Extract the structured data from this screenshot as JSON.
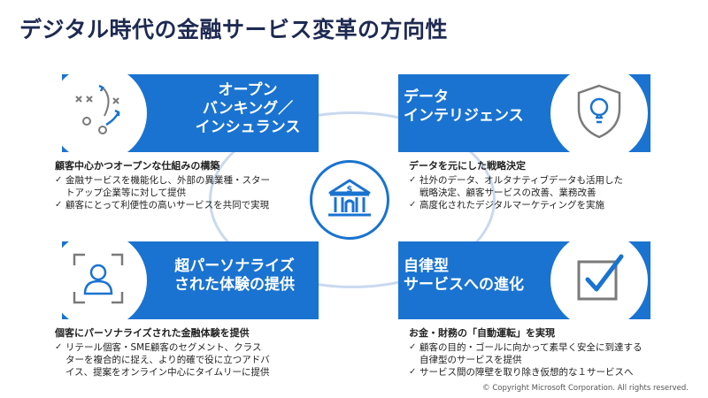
{
  "title": "デジタル時代の金融サービス変革の方向性",
  "colors": {
    "card": "#1a73d0",
    "title": "#1e2a52",
    "oval": "#c9d9ef"
  },
  "center": {
    "icon": "bank-icon"
  },
  "quadrants": [
    {
      "id": "open-banking",
      "icon": "play-diagram-icon",
      "label_lines": [
        "オープン",
        "バンキング／",
        "インシュランス"
      ],
      "heading": "顧客中心かつオープンな仕組みの構築",
      "bullets": [
        [
          "金融サービスを機能化し、外部の異業種・スター",
          "トアップ企業等に対して提供"
        ],
        [
          "顧客にとって利便性の高いサービスを共同で実現"
        ]
      ]
    },
    {
      "id": "data-intelligence",
      "icon": "shield-lightbulb-icon",
      "label_lines": [
        "データ",
        "インテリジェンス"
      ],
      "heading": "データを元にした戦略決定",
      "bullets": [
        [
          "社外のデータ、オルタナティブデータも活用した",
          "戦略決定、顧客サービスの改善、業務改善"
        ],
        [
          "高度化されたデジタルマーケティングを実施"
        ]
      ]
    },
    {
      "id": "hyper-personalization",
      "icon": "user-scan-icon",
      "label_lines": [
        "超パーソナライズ",
        "された体験の提供"
      ],
      "heading": "個客にパーソナライズされた金融体験を提供",
      "bullets": [
        [
          "リテール個客・SME顧客のセグメント、クラス",
          "ターを複合的に捉え、より的確で役に立つアドバ",
          "イス、提案をオンライン中心にタイムリーに提供"
        ]
      ]
    },
    {
      "id": "autonomous-services",
      "icon": "checkbox-icon",
      "label_lines": [
        "自律型",
        "サービスへの進化"
      ],
      "heading": "お金・財務の「自動運転」を実現",
      "bullets": [
        [
          "顧客の目的・ゴールに向かって素早く安全に到達する",
          "自律型のサービスを提供"
        ],
        [
          "サービス間の障壁を取り除き仮想的な１サービスへ"
        ]
      ]
    }
  ],
  "copyright": "© Copyright Microsoft Corporation. All rights reserved."
}
